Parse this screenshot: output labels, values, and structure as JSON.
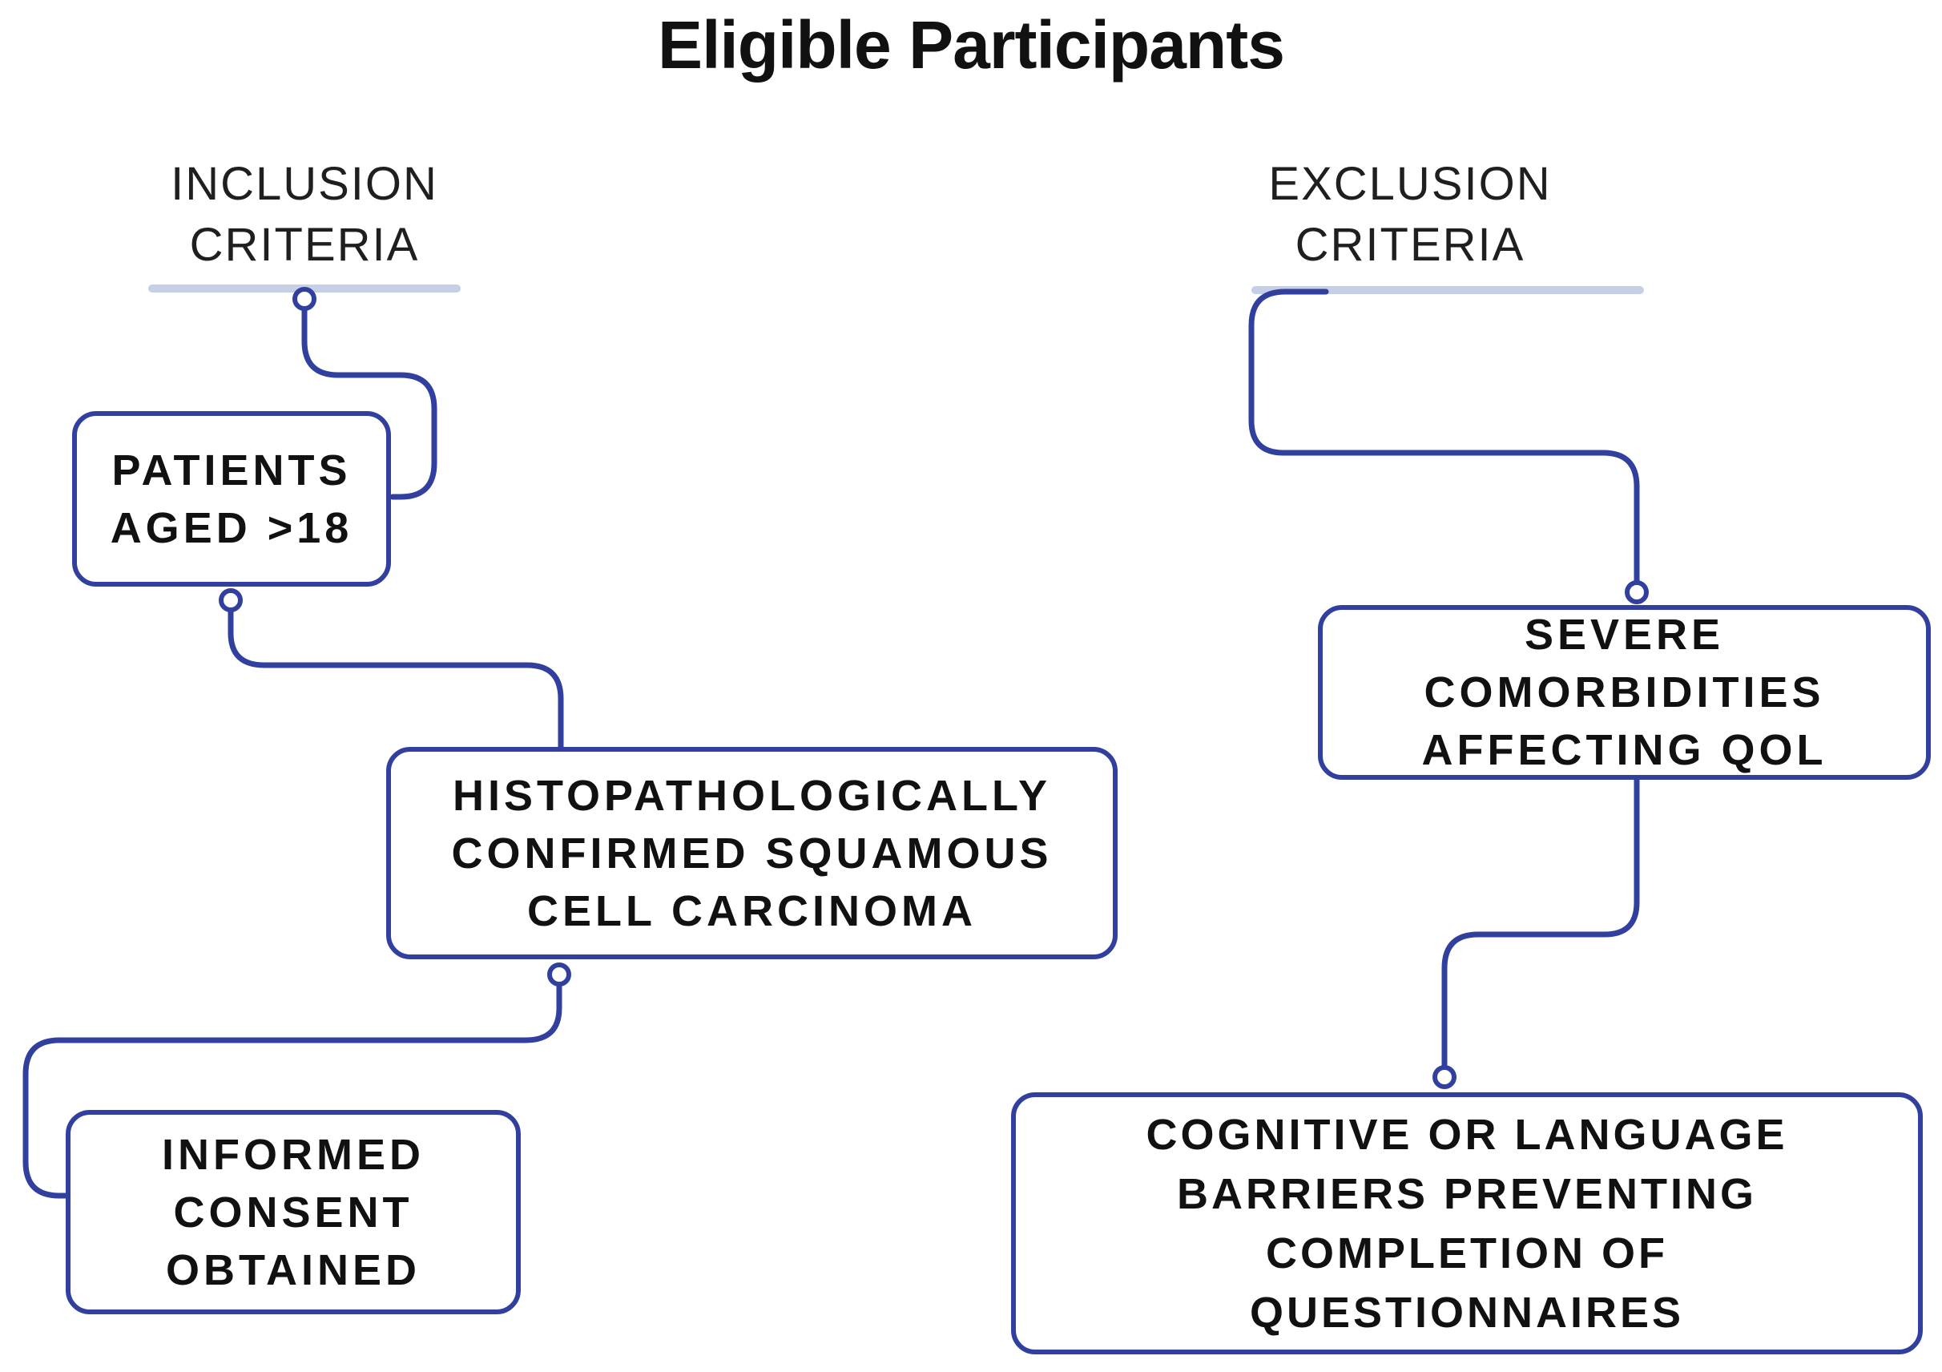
{
  "title": "Eligible Participants",
  "colors": {
    "line_blue": "#31409e",
    "underline_blue": "#c5cfe6",
    "text_dark": "#111111",
    "background": "#ffffff"
  },
  "inclusion": {
    "heading": "INCLUSION\nCRITERIA",
    "boxes": [
      {
        "label": "PATIENTS\nAGED >18"
      },
      {
        "label": "HISTOPATHOLOGICALLY\nCONFIRMED SQUAMOUS\nCELL CARCINOMA"
      },
      {
        "label": "INFORMED\nCONSENT\nOBTAINED"
      }
    ]
  },
  "exclusion": {
    "heading": "EXCLUSION\nCRITERIA",
    "boxes": [
      {
        "label": "SEVERE COMORBIDITIES\nAFFECTING QOL"
      },
      {
        "label": "COGNITIVE OR LANGUAGE\nBARRIERS PREVENTING\nCOMPLETION OF\nQUESTIONNAIRES"
      }
    ]
  }
}
